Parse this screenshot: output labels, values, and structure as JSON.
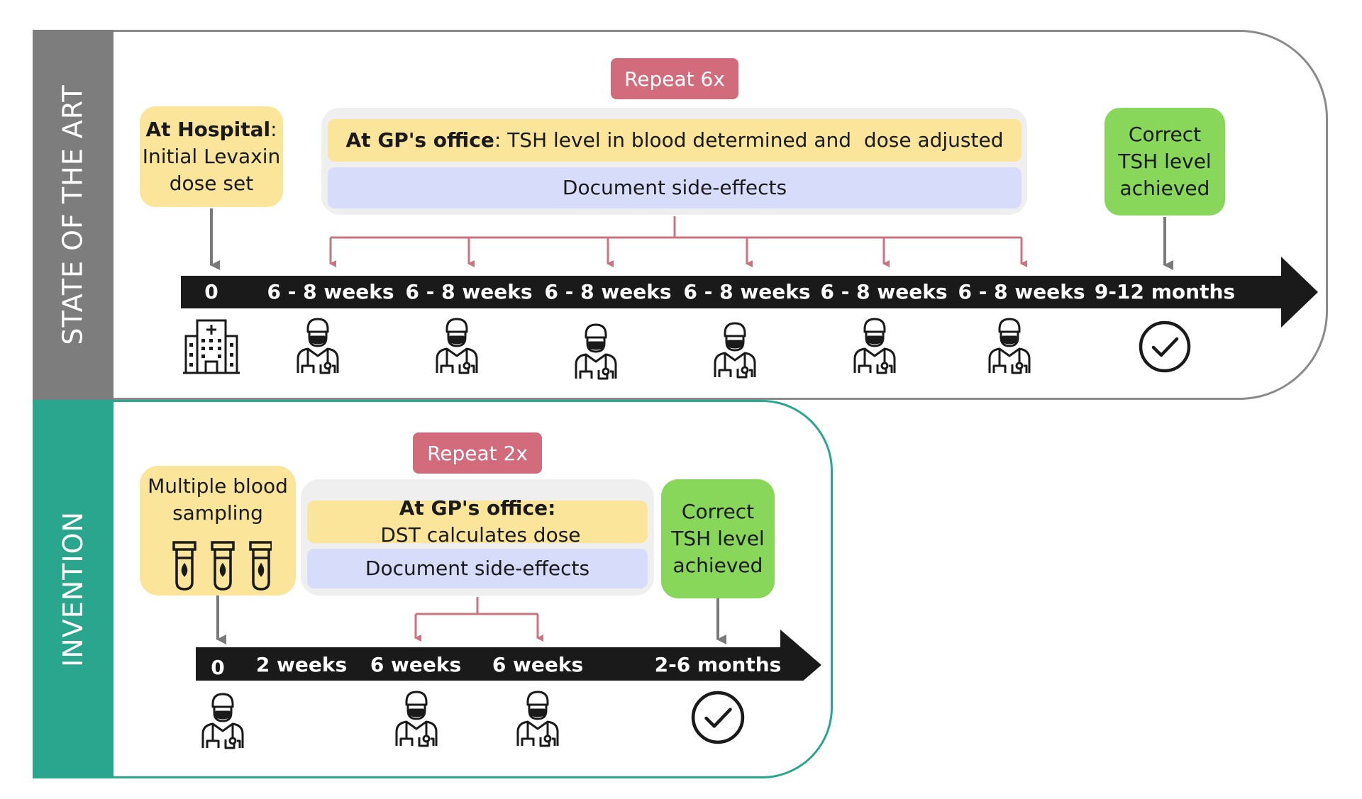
{
  "state_of_the_art": {
    "label": "STATE OF THE ART",
    "repeat_label": "Repeat 6x",
    "hospital": {
      "title": "At Hospital",
      "after_title": ":",
      "line1": "Initial Levaxin",
      "line2": "dose set"
    },
    "gp_office": {
      "title": "At GP's office",
      "text": ": TSH level in blood determined and  dose adjusted"
    },
    "side_effects": "Document side-effects",
    "result": {
      "line1": "Correct",
      "line2": "TSH level",
      "line3": "achieved"
    },
    "ticks": [
      "0",
      "6 - 8 weeks",
      "6 - 8 weeks",
      "6 - 8 weeks",
      "6 - 8 weeks",
      "6 - 8 weeks",
      "6 - 8 weeks",
      "9-12 months"
    ]
  },
  "invention": {
    "label": "INVENTION",
    "repeat_label": "Repeat 2x",
    "sampling": {
      "line1": "Multiple blood",
      "line2": "sampling"
    },
    "gp_office": {
      "title": "At GP's office:",
      "text": " DST calculates dose"
    },
    "side_effects": "Document side-effects",
    "result": {
      "line1": "Correct",
      "line2": "TSH level",
      "line3": "achieved"
    },
    "ticks": [
      "0",
      "2 weeks",
      "6 weeks",
      "6 weeks",
      "2-6 months"
    ]
  },
  "colors": {
    "state_sidebar": "#7d7d7d",
    "invention_sidebar": "#2ba68e",
    "yellow_box": "#fbe59b",
    "blue_box": "#d7dcfb",
    "green_box": "#88d65a",
    "repeat_tag": "#d26b7c",
    "arrow": "#1a1a1a",
    "connector_red": "#c97480",
    "connector_gray": "#7a7a7a"
  },
  "icons": {
    "hospital": "hospital-building-icon",
    "doctor": "doctor-icon",
    "check": "check-circle-icon",
    "tube": "blood-tube-icon"
  }
}
